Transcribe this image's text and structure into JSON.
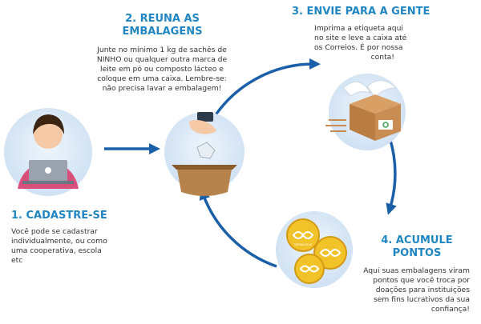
{
  "steps": [
    {
      "title_lines": [
        "1. CADASTRE-SE"
      ],
      "desc_lines": [
        "Você pode se cadastrar",
        "individualmente, ou como",
        "uma cooperativa, escola",
        "etc"
      ],
      "icon": "woman-with-laptop-icon"
    },
    {
      "title_lines": [
        "2. REUNA AS",
        "EMBALAGENS"
      ],
      "desc_lines": [
        "Junte no mínimo 1 kg de sachês de",
        "NINHO ou qualquer outra marca de",
        "leite em pó ou composto lácteo e",
        "coloque em uma caixa. Lembre-se:",
        "não precisa lavar a embalagem!"
      ],
      "icon": "hand-dropping-packaging-into-box-icon"
    },
    {
      "title_lines": [
        "3. ENVIE PARA A GENTE"
      ],
      "desc_lines": [
        "Imprima a etiqueta aqui",
        "no site e leve a caixa até",
        "os Correios. É por nossa",
        "conta!"
      ],
      "icon": "flying-package-icon"
    },
    {
      "title_lines": [
        "4. ACUMULE",
        "PONTOS"
      ],
      "desc_lines": [
        "Aqui suas embalagens viram",
        "pontos que você troca por",
        "doações para instituições",
        "sem fins lucrativos da sua",
        "confiança!"
      ],
      "icon": "gold-coins-icon"
    }
  ],
  "coin_label": "TERRACYCLE",
  "colors": {
    "accent": "#1f86c3",
    "arrow": "#1a5fa8",
    "circle_bg": "#ddebf8",
    "coin": "#f2c229"
  }
}
